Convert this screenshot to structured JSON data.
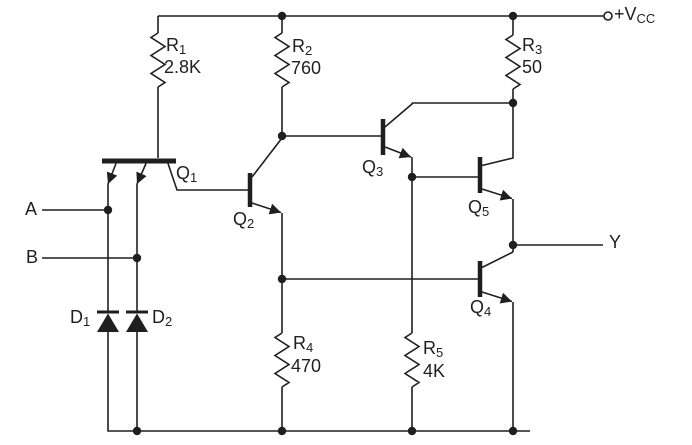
{
  "colors": {
    "line": "#1f1f1f",
    "background": "#ffffff"
  },
  "power": {
    "label": "+V",
    "sub": "CC"
  },
  "inputs": {
    "a": "A",
    "b": "B"
  },
  "output": {
    "label": "Y"
  },
  "resistors": {
    "r1": {
      "ref": "R",
      "sub": "1",
      "value": "2.8K"
    },
    "r2": {
      "ref": "R",
      "sub": "2",
      "value": "760"
    },
    "r3": {
      "ref": "R",
      "sub": "3",
      "value": "50"
    },
    "r4": {
      "ref": "R",
      "sub": "4",
      "value": "470"
    },
    "r5": {
      "ref": "R",
      "sub": "5",
      "value": "4K"
    }
  },
  "transistors": {
    "q1": {
      "ref": "Q",
      "sub": "1"
    },
    "q2": {
      "ref": "Q",
      "sub": "2"
    },
    "q3": {
      "ref": "Q",
      "sub": "3"
    },
    "q4": {
      "ref": "Q",
      "sub": "4"
    },
    "q5": {
      "ref": "Q",
      "sub": "5"
    }
  },
  "diodes": {
    "d1": {
      "ref": "D",
      "sub": "1"
    },
    "d2": {
      "ref": "D",
      "sub": "2"
    }
  }
}
